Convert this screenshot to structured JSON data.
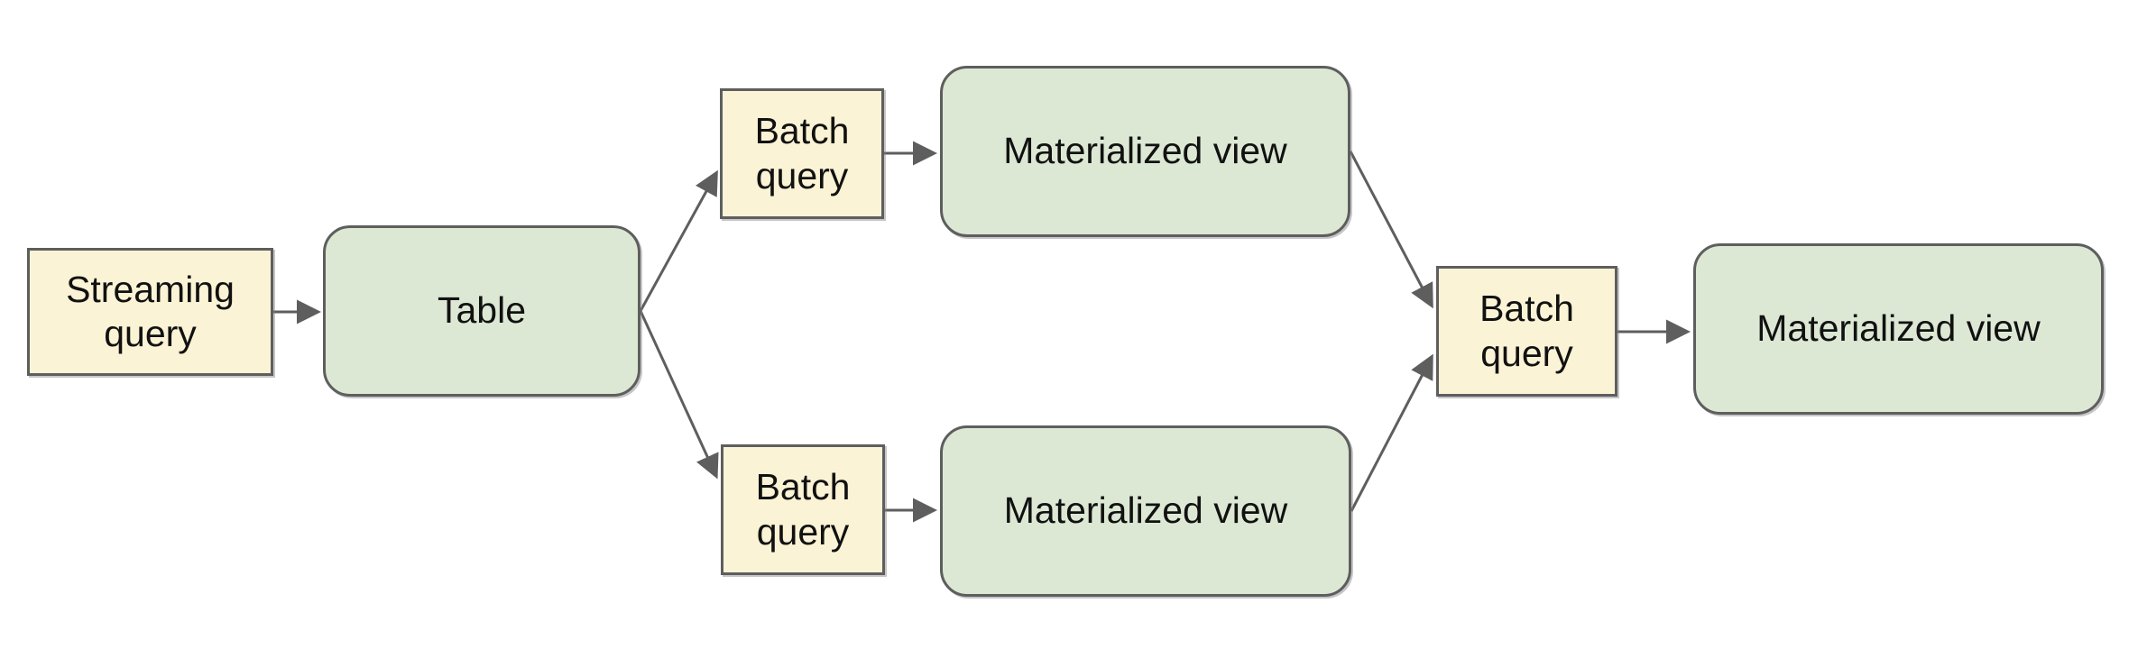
{
  "diagram": {
    "nodes": [
      {
        "id": "streaming-query",
        "label": "Streaming query",
        "kind": "query"
      },
      {
        "id": "table",
        "label": "Table",
        "kind": "view"
      },
      {
        "id": "batch-query-top",
        "label": "Batch query",
        "kind": "query"
      },
      {
        "id": "materialized-view-top",
        "label": "Materialized view",
        "kind": "view"
      },
      {
        "id": "batch-query-bottom",
        "label": "Batch query",
        "kind": "query"
      },
      {
        "id": "materialized-view-bottom",
        "label": "Materialized view",
        "kind": "view"
      },
      {
        "id": "batch-query-right",
        "label": "Batch query",
        "kind": "query"
      },
      {
        "id": "materialized-view-right",
        "label": "Materialized view",
        "kind": "view"
      }
    ],
    "edges": [
      {
        "from": "streaming-query",
        "to": "table"
      },
      {
        "from": "table",
        "to": "batch-query-top"
      },
      {
        "from": "table",
        "to": "batch-query-bottom"
      },
      {
        "from": "batch-query-top",
        "to": "materialized-view-top"
      },
      {
        "from": "batch-query-bottom",
        "to": "materialized-view-bottom"
      },
      {
        "from": "materialized-view-top",
        "to": "batch-query-right"
      },
      {
        "from": "materialized-view-bottom",
        "to": "batch-query-right"
      },
      {
        "from": "batch-query-right",
        "to": "materialized-view-right"
      }
    ],
    "colors": {
      "query_fill": "#FBF3D5",
      "view_fill": "#DCE8D4",
      "stroke": "#5E5E5E",
      "text": "#111111",
      "background": "#FFFFFF"
    }
  }
}
